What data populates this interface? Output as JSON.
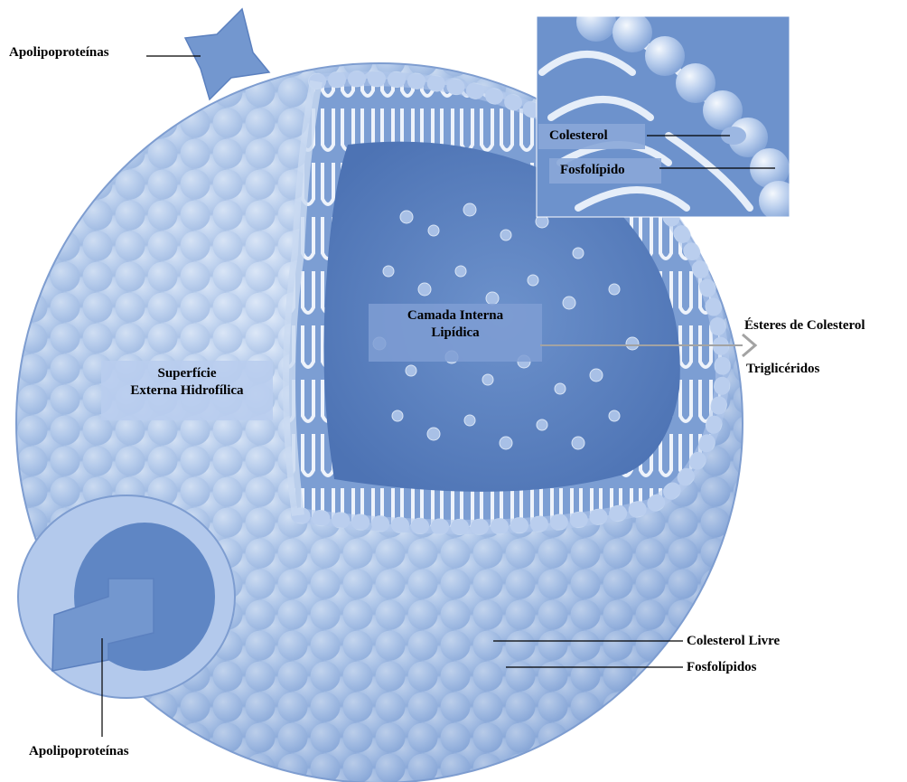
{
  "colors": {
    "shell": "#a9c2e6",
    "shell_light": "#d9e5f6",
    "shell_dark": "#6f90c8",
    "core": "#5f86c4",
    "core_deep": "#4a70b2",
    "label_box": "#8aa7d8",
    "tail": "#e9f0fa",
    "line": "#000000"
  },
  "labels": {
    "apo_top": "Apolipoproteínas",
    "apo_bottom": "Apolipoproteínas",
    "colesterol": "Colesterol",
    "fosfolipido": "Fosfolípido",
    "esteres": "Ésteres de Colesterol",
    "trigliceridos": "Triglicéridos",
    "colesterol_livre": "Colesterol Livre",
    "fosfolipidos": "Fosfolípidos"
  },
  "core_label": {
    "line1": "Camada Interna",
    "line2": "Lipídica"
  },
  "surface_label": {
    "line1": "Superfície",
    "line2": "Externa Hidrofílica"
  }
}
